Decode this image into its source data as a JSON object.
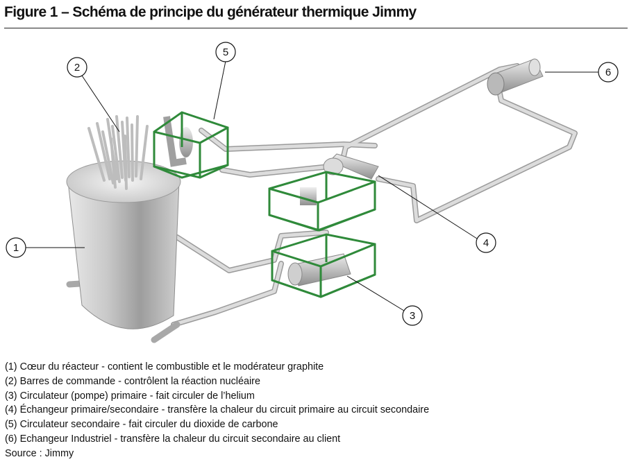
{
  "figure": {
    "title": "Figure 1 – Schéma de principe du générateur thermique Jimmy"
  },
  "callouts": [
    {
      "number": "1",
      "meaning": "Cœur du réacteur"
    },
    {
      "number": "2",
      "meaning": "Barres de commande"
    },
    {
      "number": "3",
      "meaning": "Circulateur (pompe) primaire"
    },
    {
      "number": "4",
      "meaning": "Échangeur primaire/secondaire"
    },
    {
      "number": "5",
      "meaning": "Circulateur secondaire"
    },
    {
      "number": "6",
      "meaning": "Echangeur Industriel"
    }
  ],
  "legend": [
    {
      "number": "(1)",
      "name": "Cœur du réacteur",
      "description": "contient le combustible et le modérateur graphite"
    },
    {
      "number": "(2)",
      "name": "Barres de commande",
      "description": "contrôlent la réaction nucléaire"
    },
    {
      "number": "(3)",
      "name": "Circulateur (pompe) primaire",
      "description": "fait circuler de l’helium"
    },
    {
      "number": "(4)",
      "name": "Échangeur primaire/secondaire",
      "description": "transfère la chaleur du circuit primaire au circuit secondaire"
    },
    {
      "number": "(5)",
      "name": "Circulateur secondaire",
      "description": "fait circuler du dioxide de carbone"
    },
    {
      "number": "(6)",
      "name": "Echangeur Industriel",
      "description": "transfère la chaleur du circuit secondaire au client"
    }
  ],
  "separator": " - ",
  "source": "Source : Jimmy",
  "colors": {
    "frame_green": "#2f8a3a",
    "pipe_gray": "#c8c8c8",
    "vessel_gray": "#b9b9b9"
  }
}
